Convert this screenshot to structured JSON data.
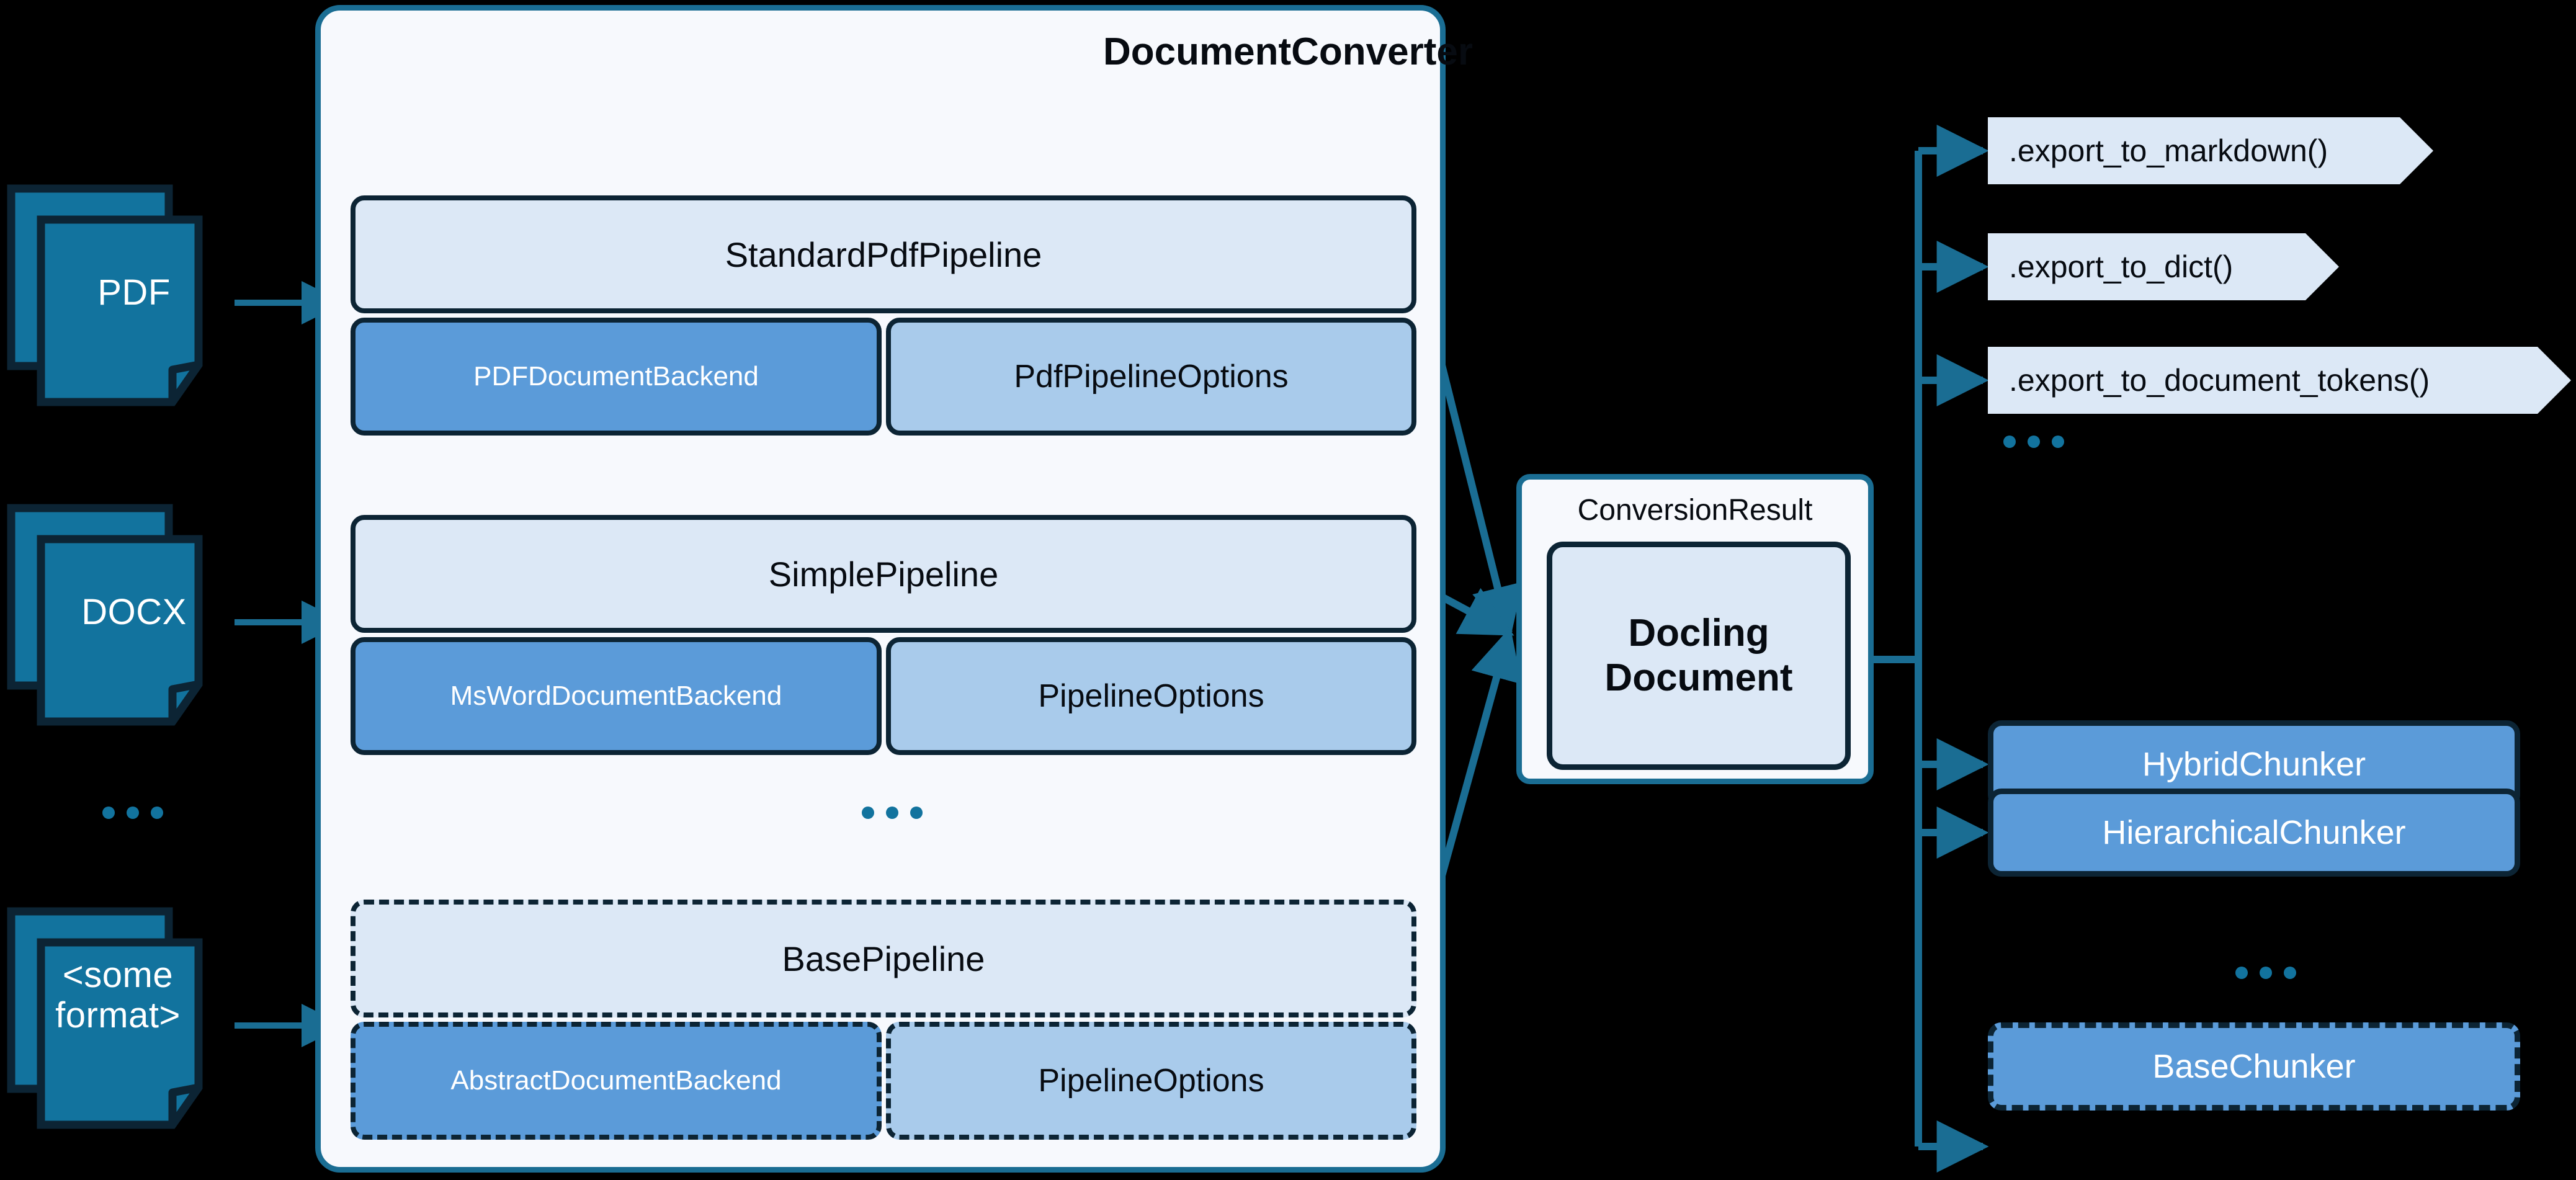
{
  "converter": {
    "title": "DocumentConverter",
    "pipelines": [
      {
        "name": "StandardPdfPipeline",
        "backend": "PDFDocumentBackend",
        "options": "PdfPipelineOptions",
        "style": "solid"
      },
      {
        "name": "SimplePipeline",
        "backend": "MsWordDocumentBackend",
        "options": "PipelineOptions",
        "style": "solid"
      },
      {
        "name": "BasePipeline",
        "backend": "AbstractDocumentBackend",
        "options": "PipelineOptions",
        "style": "dashed"
      }
    ]
  },
  "sources": [
    {
      "label": "PDF"
    },
    {
      "label": "DOCX"
    },
    {
      "label": "<some\nformat>"
    }
  ],
  "result": {
    "container_label": "ConversionResult",
    "document_label": "Docling\nDocument"
  },
  "exports": [
    {
      "label": ".export_to_markdown()"
    },
    {
      "label": ".export_to_dict()"
    },
    {
      "label": ".export_to_document_tokens()"
    }
  ],
  "chunkers": [
    {
      "label": "HybridChunker",
      "style": "solid"
    },
    {
      "label": "HierarchicalChunker",
      "style": "solid"
    },
    {
      "label": "BaseChunker",
      "style": "dashed"
    }
  ],
  "colors": {
    "background": "#000000",
    "accent_teal": "#1a6d93",
    "doc_icon_fill": "#12739e",
    "doc_icon_stroke": "#0c2434",
    "panel_fill": "#f7f9fd",
    "pipeline_head_fill": "#dce8f6",
    "backend_fill": "#5b9bd9",
    "options_fill": "#a9cbeb",
    "outline_dark": "#0c2434"
  },
  "ellipsis_label": "..."
}
